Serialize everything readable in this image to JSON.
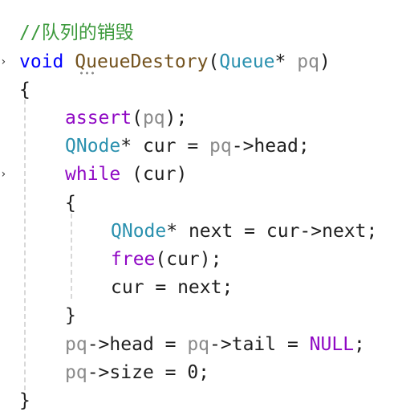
{
  "editor": {
    "lines": [
      {
        "tokens": [
          {
            "t": "//队列的销毁",
            "c": "c-comment"
          }
        ]
      },
      {
        "tokens": [
          {
            "t": "void",
            "c": "c-kw"
          },
          {
            "t": " ",
            "c": "c-plain"
          },
          {
            "t": "QueueDestory",
            "c": "c-fn"
          },
          {
            "t": "(",
            "c": "c-punct"
          },
          {
            "t": "Queue",
            "c": "c-type"
          },
          {
            "t": "* ",
            "c": "c-plain"
          },
          {
            "t": "pq",
            "c": "c-param"
          },
          {
            "t": ")",
            "c": "c-punct"
          }
        ]
      },
      {
        "tokens": [
          {
            "t": "{",
            "c": "c-punct"
          }
        ]
      },
      {
        "tokens": [
          {
            "t": "assert",
            "c": "c-kw2"
          },
          {
            "t": "(",
            "c": "c-punct"
          },
          {
            "t": "pq",
            "c": "c-param"
          },
          {
            "t": ");",
            "c": "c-punct"
          }
        ]
      },
      {
        "tokens": [
          {
            "t": "QNode",
            "c": "c-type"
          },
          {
            "t": "* cur = ",
            "c": "c-plain"
          },
          {
            "t": "pq",
            "c": "c-param"
          },
          {
            "t": "->head;",
            "c": "c-plain"
          }
        ]
      },
      {
        "tokens": [
          {
            "t": "while",
            "c": "c-kw2"
          },
          {
            "t": " (cur)",
            "c": "c-plain"
          }
        ]
      },
      {
        "tokens": [
          {
            "t": "{",
            "c": "c-punct"
          }
        ]
      },
      {
        "tokens": [
          {
            "t": "QNode",
            "c": "c-type"
          },
          {
            "t": "* next = cur->next;",
            "c": "c-plain"
          }
        ]
      },
      {
        "tokens": [
          {
            "t": "free",
            "c": "c-kw2"
          },
          {
            "t": "(cur);",
            "c": "c-plain"
          }
        ]
      },
      {
        "tokens": [
          {
            "t": "cur = next;",
            "c": "c-plain"
          }
        ]
      },
      {
        "tokens": [
          {
            "t": "}",
            "c": "c-punct"
          }
        ]
      },
      {
        "tokens": [
          {
            "t": "pq",
            "c": "c-param"
          },
          {
            "t": "->head = ",
            "c": "c-plain"
          },
          {
            "t": "pq",
            "c": "c-param"
          },
          {
            "t": "->tail = ",
            "c": "c-plain"
          },
          {
            "t": "NULL",
            "c": "c-macro"
          },
          {
            "t": ";",
            "c": "c-plain"
          }
        ]
      },
      {
        "tokens": [
          {
            "t": "pq",
            "c": "c-param"
          },
          {
            "t": "->size = 0;",
            "c": "c-plain"
          }
        ]
      },
      {
        "tokens": [
          {
            "t": "}",
            "c": "c-punct"
          }
        ]
      }
    ],
    "colors": {
      "comment": "#3d9a3d",
      "keyword": "#0000ff",
      "control": "#8f08c4",
      "function": "#74531f",
      "type": "#2b91af",
      "parameter": "#8a8a8a"
    }
  }
}
